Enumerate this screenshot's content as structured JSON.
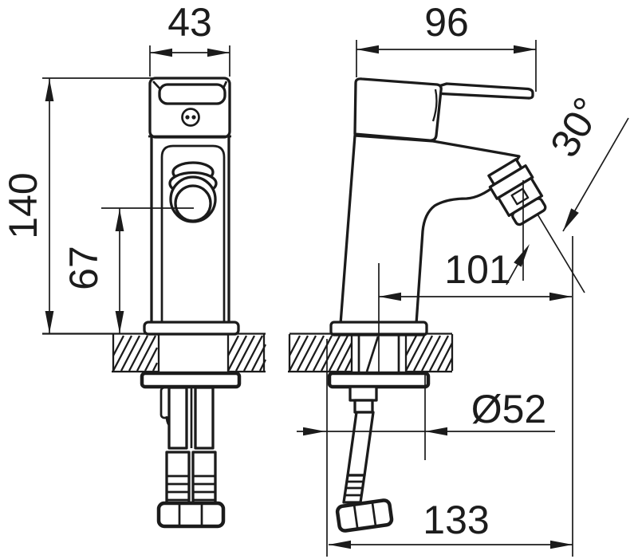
{
  "drawing": {
    "colors": {
      "ink": "#1b1b1b",
      "background": "#ffffff"
    },
    "dims": {
      "width_top": "43",
      "handle_reach": "96",
      "height": "140",
      "aerator_center_height": "67",
      "spout_angle": "30°",
      "spout_reach": "101",
      "base_diameter": "Ø52",
      "overall_reach_bottom": "133"
    }
  }
}
